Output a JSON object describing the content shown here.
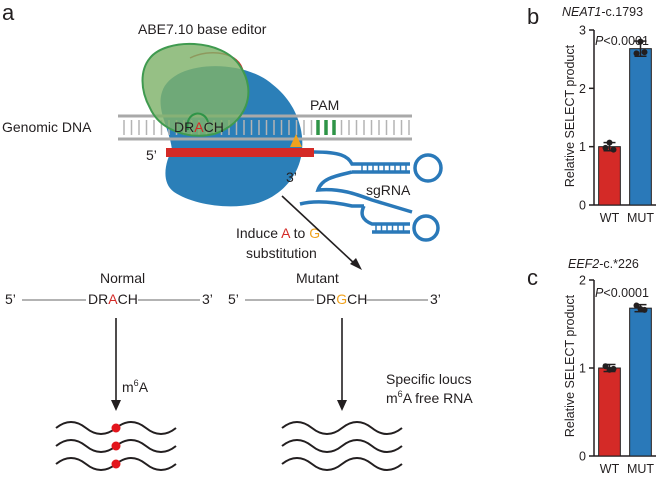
{
  "figure": {
    "panel_a": {
      "panel_label": "a",
      "editor_label": "ABE7.10 base editor",
      "genomic_dna_label": "Genomic DNA",
      "motif_parts": [
        "DR",
        "A",
        "CH"
      ],
      "pam_label": "PAM",
      "five_prime": "5’",
      "three_prime": "3’",
      "sgrna_label": "sgRNA",
      "induce_line1_parts": [
        "Induce ",
        "A",
        " to ",
        "G"
      ],
      "induce_line2": "substitution",
      "normal_title": "Normal",
      "normal_motif_parts": [
        "DR",
        "A",
        "CH"
      ],
      "mutant_title": "Mutant",
      "mutant_motif_parts": [
        "DR",
        "G",
        "CH"
      ],
      "m6a_base": "m",
      "m6a_sup": "6",
      "m6a_tail": "A",
      "specific_line1": "Specific loucs",
      "free_base": "m",
      "free_sup": "6",
      "free_tail": "A free RNA"
    },
    "colors": {
      "red": "#d42a27",
      "blue": "#2a79b9",
      "orange": "#f0a21e",
      "green_pam": "#2e9447",
      "cas9_blue": "#2b7fb8",
      "deaminase_green": "#7fb26a",
      "axis": "#231f20"
    }
  },
  "chart_data": [
    {
      "panel_label": "b",
      "type": "bar",
      "title_italic": "NEAT1",
      "title_rest": "-c.1793",
      "ylabel": "Relative SELECT product",
      "ylim": [
        0,
        3
      ],
      "yticks": [
        "0",
        "1",
        "2",
        "3"
      ],
      "categories": [
        "WT",
        "MUT"
      ],
      "values": [
        1.0,
        2.68
      ],
      "errors": [
        0.07,
        0.13
      ],
      "points": [
        [
          0.98,
          1.07,
          0.95
        ],
        [
          2.6,
          2.8,
          2.62
        ]
      ],
      "pvalue": "P<0.0001"
    },
    {
      "panel_label": "c",
      "type": "bar",
      "title_italic": "EEF2",
      "title_rest": "-c.*226",
      "ylabel": "Relative SELECT product",
      "ylim": [
        0,
        2
      ],
      "yticks": [
        "0",
        "1",
        "2"
      ],
      "categories": [
        "WT",
        "MUT"
      ],
      "values": [
        1.0,
        1.68
      ],
      "errors": [
        0.04,
        0.04
      ],
      "points": [
        [
          1.02,
          0.98,
          0.99
        ],
        [
          1.71,
          1.67,
          1.66
        ]
      ],
      "pvalue": "P<0.0001"
    }
  ]
}
